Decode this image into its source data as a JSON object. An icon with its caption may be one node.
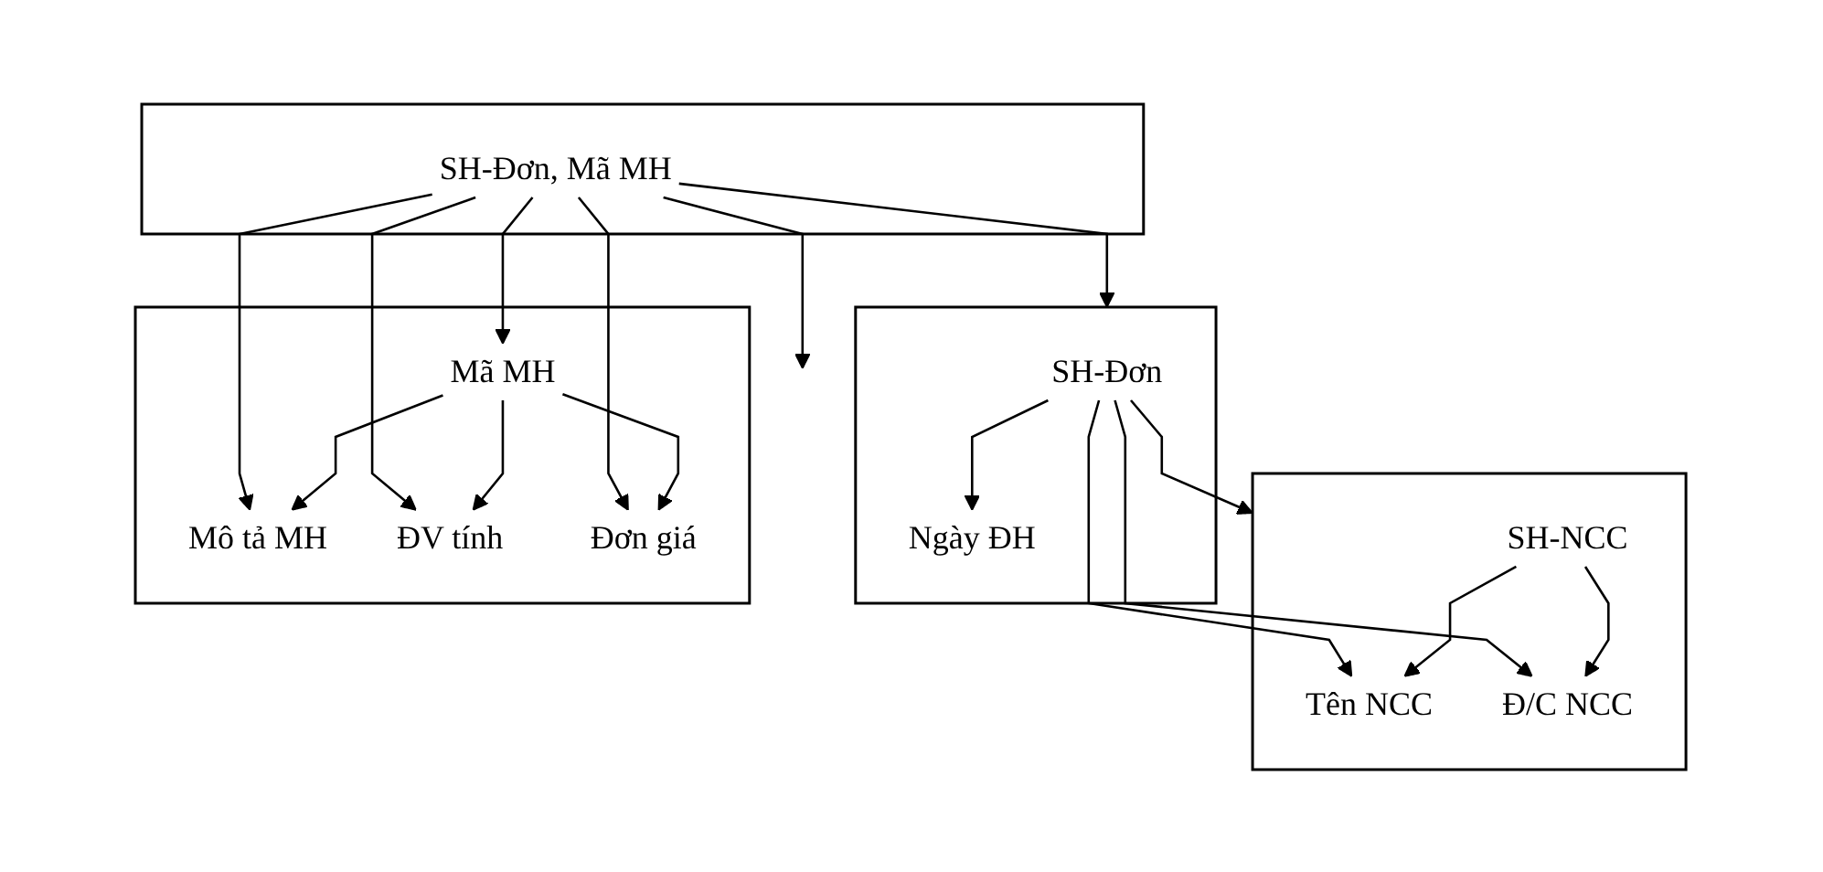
{
  "diagram": {
    "nodes": [
      {
        "text": [],
        "shape": "box"
      },
      {
        "text": [
          "SH-Đơn, Mã MH"
        ],
        "in": 0
      },
      {
        "text": [],
        "shape": "box"
      },
      {
        "text": [
          "SH-Đơn"
        ],
        "in": 2
      },
      {
        "text": [
          "Ngày ĐH"
        ],
        "in": 2
      },
      {
        "text": [],
        "shape": "box"
      },
      {
        "text": [
          "SH-NCC"
        ],
        "in": 5
      },
      {
        "text": [
          "Tên NCC"
        ],
        "in": 5
      },
      {
        "text": [
          "Đ/C NCC"
        ],
        "in": 5
      },
      {
        "text": [],
        "shape": "box"
      },
      {
        "text": [
          "Mã MH"
        ],
        "in": 9
      },
      {
        "text": [
          "Mô tả MH"
        ],
        "in": 9
      },
      {
        "text": [
          "ĐV tính"
        ],
        "in": 9
      },
      {
        "text": [
          "Đơn giá"
        ],
        "in": 9
      }
    ],
    "edges": [
      {
        "from": 1,
        "to": null,
        "arrow": "to"
      },
      {
        "from": 1,
        "to": 2,
        "arrow": "to"
      },
      {
        "from": 1,
        "to": 11,
        "arrow": "to"
      },
      {
        "from": 1,
        "to": 12,
        "arrow": "to"
      },
      {
        "from": 1,
        "to": 10,
        "arrow": "to"
      },
      {
        "from": 1,
        "to": 13,
        "arrow": "to"
      },
      {
        "from": 3,
        "to": 4,
        "arrow": "to"
      },
      {
        "from": 3,
        "to": 7,
        "arrow": "to"
      },
      {
        "from": 3,
        "to": 5,
        "arrow": "to"
      },
      {
        "from": 3,
        "to": 8,
        "arrow": "to"
      },
      {
        "from": 6,
        "to": 7,
        "arrow": "to"
      },
      {
        "from": 6,
        "to": 8,
        "arrow": "to"
      },
      {
        "from": 10,
        "to": 11,
        "arrow": "to"
      },
      {
        "from": 10,
        "to": 12,
        "arrow": "to"
      },
      {
        "from": 10,
        "to": 13,
        "arrow": "to"
      }
    ]
  }
}
